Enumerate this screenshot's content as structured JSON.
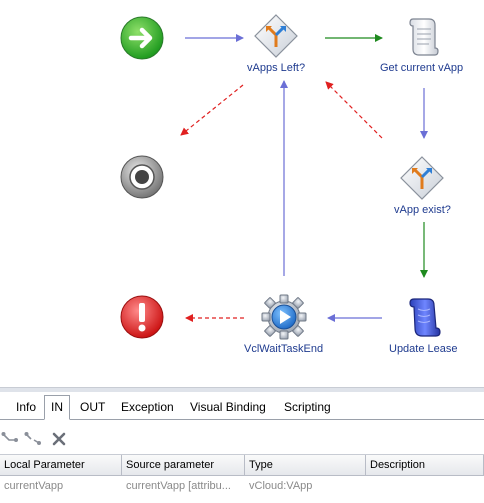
{
  "workflow": {
    "nodes": {
      "start": {
        "label": "",
        "icon": "start-arrow-icon"
      },
      "decision_vapps_left": {
        "label": "vApps Left?",
        "icon": "decision-icon"
      },
      "get_current_vapp": {
        "label": "Get current vApp",
        "icon": "scriptable-task-icon"
      },
      "decision_vapp_exist": {
        "label": "vApp exist?",
        "icon": "decision-icon"
      },
      "update_lease": {
        "label": "Update Lease",
        "icon": "workflow-element-icon"
      },
      "wait_task_end": {
        "label": "VclWaitTaskEnd",
        "icon": "action-gear-icon"
      },
      "end": {
        "label": "",
        "icon": "end-target-icon"
      },
      "error": {
        "label": "",
        "icon": "error-exclamation-icon"
      }
    },
    "colors": {
      "flow": "#6b6fd6",
      "true_branch": "#1f8a1f",
      "error_branch": "#e02020"
    }
  },
  "bottom_panel": {
    "tabs": [
      {
        "label": "Info",
        "active": false
      },
      {
        "label": "IN",
        "active": true
      },
      {
        "label": "OUT",
        "active": false
      },
      {
        "label": "Exception",
        "active": false
      },
      {
        "label": "Visual Binding",
        "active": false
      },
      {
        "label": "Scripting",
        "active": false
      }
    ],
    "toolbar": {
      "buttons": [
        "bind-icon",
        "unbind-icon",
        "delete-icon"
      ]
    },
    "table": {
      "columns": [
        "Local Parameter",
        "Source parameter",
        "Type",
        "Description"
      ],
      "rows": [
        [
          "currentVapp",
          "currentVapp [attribu...",
          "vCloud:VApp",
          ""
        ]
      ]
    }
  }
}
